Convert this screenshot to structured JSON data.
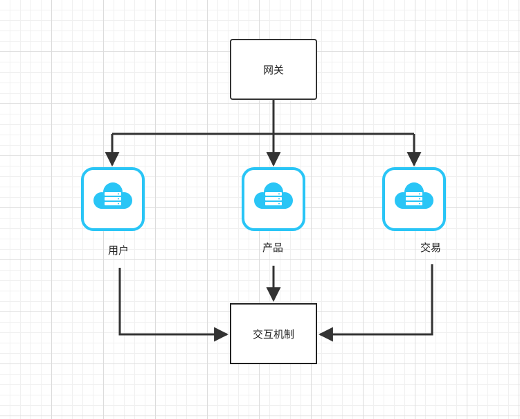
{
  "gateway": {
    "label": "网关"
  },
  "services": [
    {
      "id": "user",
      "label": "用户",
      "icon": "cloud-server-icon"
    },
    {
      "id": "product",
      "label": "产品",
      "icon": "cloud-server-icon"
    },
    {
      "id": "trade",
      "label": "交易",
      "icon": "cloud-server-icon"
    }
  ],
  "interaction": {
    "label": "交互机制"
  },
  "colors": {
    "icon_accent": "#29C5F6",
    "line": "#333333"
  }
}
